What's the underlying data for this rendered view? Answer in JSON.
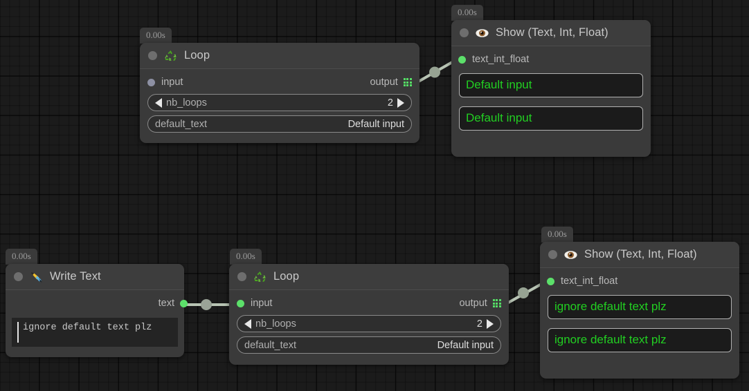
{
  "app": {
    "canvas_background": "#1b1b1b",
    "accent_green": "#5ce06a",
    "value_green": "#22cf22",
    "wire_color": "#b8c4b4"
  },
  "nodes": [
    {
      "id": "loop-top",
      "title": "Loop",
      "icon": "recycle-icon",
      "timestamp": "0.00s",
      "ports": {
        "input_label": "input",
        "input_state": "unconnected",
        "output_label": "output",
        "output_icon": "list-grid-icon"
      },
      "params": [
        {
          "name": "nb_loops",
          "value": "2",
          "stepper": true,
          "dec_icon": "arrow-left-icon",
          "inc_icon": "arrow-right-icon"
        },
        {
          "name": "default_text",
          "value": "Default input",
          "stepper": false
        }
      ]
    },
    {
      "id": "show-top",
      "title": "Show (Text, Int, Float)",
      "icon": "eye-icon",
      "timestamp": "0.00s",
      "ports": {
        "input_label": "text_int_float",
        "input_state": "connected"
      },
      "outputs": [
        "Default input",
        "Default input"
      ]
    },
    {
      "id": "write-text",
      "title": "Write Text",
      "icon": "pen-nib-icon",
      "timestamp": "0.00s",
      "ports": {
        "output_label": "text",
        "output_state": "connected"
      },
      "text_value": "ignore default text plz"
    },
    {
      "id": "loop-bottom",
      "title": "Loop",
      "icon": "recycle-icon",
      "timestamp": "0.00s",
      "ports": {
        "input_label": "input",
        "input_state": "connected",
        "output_label": "output",
        "output_icon": "list-grid-icon"
      },
      "params": [
        {
          "name": "nb_loops",
          "value": "2",
          "stepper": true,
          "dec_icon": "arrow-left-icon",
          "inc_icon": "arrow-right-icon"
        },
        {
          "name": "default_text",
          "value": "Default input",
          "stepper": false
        }
      ]
    },
    {
      "id": "show-bottom",
      "title": "Show (Text, Int, Float)",
      "icon": "eye-icon",
      "timestamp": "0.00s",
      "ports": {
        "input_label": "text_int_float",
        "input_state": "connected"
      },
      "outputs": [
        "ignore default text plz",
        "ignore default text plz"
      ]
    }
  ],
  "connections": [
    {
      "from": "loop-top.output",
      "to": "show-top.text_int_float"
    },
    {
      "from": "write-text.text",
      "to": "loop-bottom.input"
    },
    {
      "from": "loop-bottom.output",
      "to": "show-bottom.text_int_float"
    }
  ]
}
